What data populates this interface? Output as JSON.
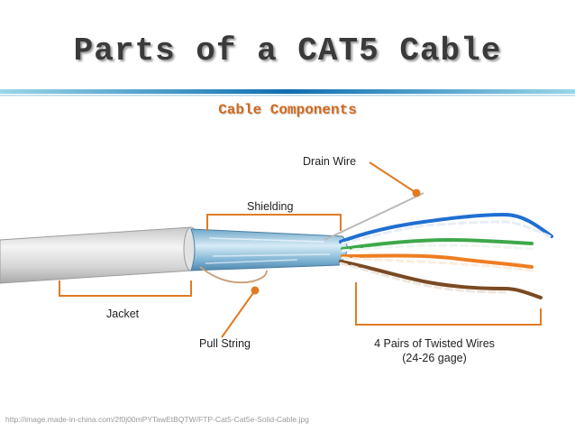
{
  "title": "Parts of a CAT5 Cable",
  "subtitle": "Cable Components",
  "labels": {
    "drain_wire": "Drain Wire",
    "shielding": "Shielding",
    "jacket": "Jacket",
    "pull_string": "Pull String",
    "twisted_pairs_line1": "4 Pairs of Twisted Wires",
    "twisted_pairs_line2": "(24-26 gage)"
  },
  "source_url": "http://image.made-in-china.com/2f0j00mPYTawEtBQTW/FTP-Cat5-Cat5e-Solid-Cable.jpg",
  "colors": {
    "accent_orange": "#e07b25",
    "title_text": "#3a3a3a",
    "subtitle_text": "#d2691e",
    "rule_blue": "#0e6fb0"
  }
}
